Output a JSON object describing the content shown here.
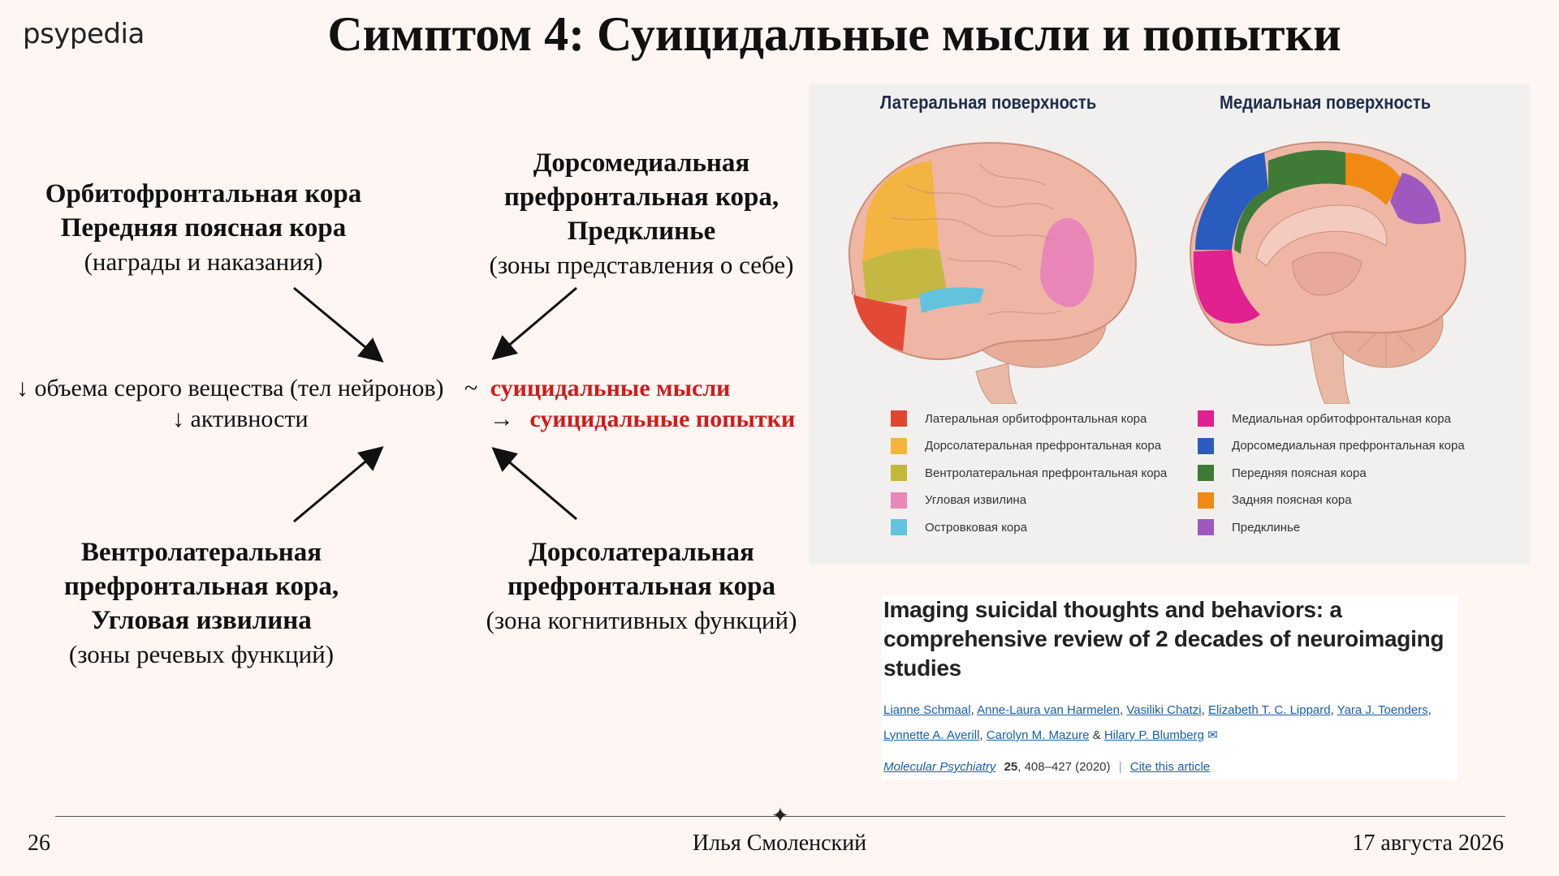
{
  "logo": "psypedia",
  "title": "Симптом 4: Суицидальные мысли и попытки",
  "regions": {
    "top_left": {
      "bold1": "Орбитофронтальная кора",
      "bold2": "Передняя поясная кора",
      "note": "(награды и наказания)"
    },
    "top_right": {
      "bold1": "Дорсомедиальная",
      "bold2": "префронтальная кора,",
      "bold3": "Предклинье",
      "note": "(зоны представления о себе)"
    },
    "bottom_left": {
      "bold1": "Вентролатеральная",
      "bold2": "префронтальная кора,",
      "bold3": "Угловая извилина",
      "note": "(зоны речевых функций)"
    },
    "bottom_right": {
      "bold1": "Дорсолатеральная",
      "bold2": "префронтальная кора",
      "note": "(зона когнитивных функций)"
    }
  },
  "center": {
    "line1_left": "↓ объема серого вещества (тел нейронов)",
    "line1_sym": "~",
    "line1_right": "суицидальные мысли",
    "line2_left": "↓ активности",
    "line2_sym": "→",
    "line2_right": "суицидальные попытки"
  },
  "figure": {
    "lateral_title": "Латеральная поверхность",
    "medial_title": "Медиальная поверхность",
    "legend_lateral": [
      {
        "label": "Латеральная орбитофронтальная кора",
        "color": "#e2452f"
      },
      {
        "label": "Дорсолатеральная префронтальная кора",
        "color": "#f2b43c"
      },
      {
        "label": "Вентролатеральная префронтальная кора",
        "color": "#c2b83c"
      },
      {
        "label": "Угловая извилина",
        "color": "#e887b8"
      },
      {
        "label": "Островковая кора",
        "color": "#63c3dc"
      }
    ],
    "legend_medial": [
      {
        "label": "Медиальная орбитофронтальная кора",
        "color": "#e0218f"
      },
      {
        "label": "Дорсомедиальная префронтальная кора",
        "color": "#2a5cbf"
      },
      {
        "label": "Передняя поясная кора",
        "color": "#3f7a37"
      },
      {
        "label": "Задняя поясная кора",
        "color": "#f08a12"
      },
      {
        "label": "Предклинье",
        "color": "#9e58c0"
      }
    ]
  },
  "citation": {
    "title": "Imaging suicidal thoughts and behaviors: a comprehensive review of 2 decades of neuroimaging studies",
    "authors": [
      "Lianne Schmaal",
      "Anne-Laura van Harmelen",
      "Vasiliki Chatzi",
      "Elizabeth T. C. Lippard",
      "Yara J. Toenders",
      "Lynnette A. Averill",
      "Carolyn M. Mazure",
      "Hilary P. Blumberg"
    ],
    "amp": "&",
    "journal": "Molecular Psychiatry",
    "volume": "25",
    "pages_year": ", 408–427 (2020)",
    "cite": "Cite this article"
  },
  "footer": {
    "page": "26",
    "author": "Илья Смоленский",
    "date": "17 августа 2026"
  }
}
